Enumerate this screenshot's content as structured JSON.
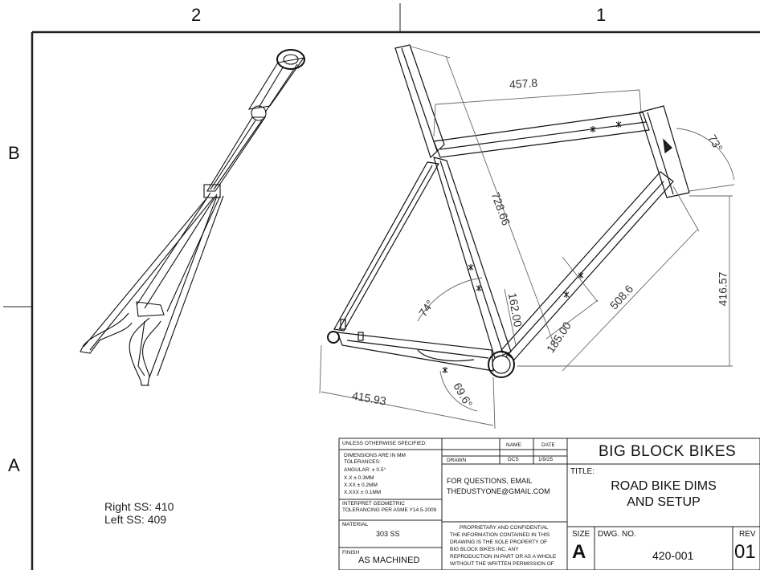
{
  "zones": {
    "columns": [
      "2",
      "1"
    ],
    "rows": [
      "B",
      "A"
    ]
  },
  "dimensions": {
    "top_tube": "457.8",
    "head_angle": "73°",
    "seat_tube": "728.66",
    "stack": "416.57",
    "down_tube": "508.6",
    "bb_to_point": "185.00",
    "seat_offset": "162.00",
    "seat_angle": "74°",
    "chainstay_angle": "69.6°",
    "chainstay": "415.93"
  },
  "notes": {
    "right_ss": "Right SS: 410",
    "left_ss": "Left SS: 409"
  },
  "title_block": {
    "unless_otherwise": "UNLESS OTHERWISE SPECIFIED:",
    "dims_in_mm": "DIMENSIONS ARE IN MM",
    "tolerances": "TOLERANCES:",
    "angular": "ANGULAR: ± 0.5°",
    "tol_xx": "X.X    ± 0.3MM",
    "tol_xxx": "X.XX   ± 0.2MM",
    "tol_xxxx": "X.XXX  ± 0.1MM",
    "geometric_1": "INTERPRET GEOMETRIC",
    "geometric_2": "TOLERANCING PER ASME Y14.5-2009",
    "material_label": "MATERIAL",
    "material_value": "303 SS",
    "finish_label": "FINISH",
    "finish_value": "AS MACHINED",
    "name_header": "NAME",
    "date_header": "DATE",
    "drawn_label": "DRAWN",
    "drawn_name": "DCS",
    "drawn_date": "1/9/25",
    "questions_1": "FOR QUESTIONS, EMAIL",
    "questions_2": "THEDUSTYONE@GMAIL.COM",
    "proprietary_1": "PROPRIETARY AND CONFIDENTIAL",
    "proprietary_2": "THE INFORMATION CONTAINED IN THIS",
    "proprietary_3": "DRAWING IS THE SOLE PROPERTY OF",
    "proprietary_4": "BIG BLOCK BIKES INC. ANY",
    "proprietary_5": "REPRODUCTION IN PART OR AS A WHOLE",
    "proprietary_6": "WITHOUT THE WRITTEN PERMISSION OF",
    "company": "BIG BLOCK BIKES",
    "title_label": "TITLE:",
    "title_line1": "ROAD BIKE DIMS",
    "title_line2": "AND SETUP",
    "size_label": "SIZE",
    "size_value": "A",
    "dwg_label": "DWG.  NO.",
    "dwg_value": "420-001",
    "rev_label": "REV",
    "rev_value": "01"
  }
}
